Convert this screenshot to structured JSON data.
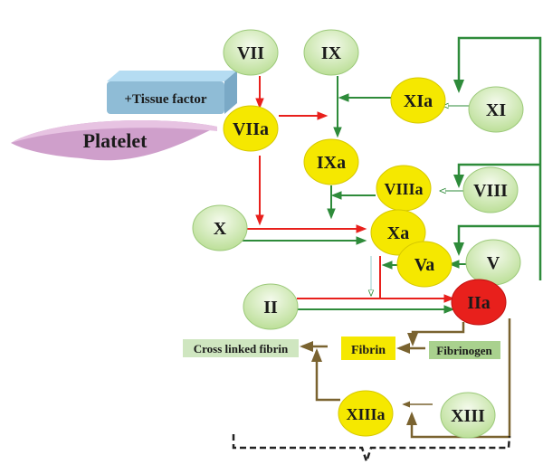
{
  "labels": {
    "tissue_factor": "+Tissue factor",
    "platelet": "Platelet",
    "fibrin": "Fibrin",
    "fibrinogen": "Fibrinogen",
    "cross_linked_fibrin": "Cross linked fibrin"
  },
  "nodes": [
    {
      "id": "VII",
      "label": "VII",
      "state": "inactive"
    },
    {
      "id": "IX",
      "label": "IX",
      "state": "inactive"
    },
    {
      "id": "XIa",
      "label": "XIa",
      "state": "active"
    },
    {
      "id": "XI",
      "label": "XI",
      "state": "inactive"
    },
    {
      "id": "VIIa",
      "label": "VIIa",
      "state": "active"
    },
    {
      "id": "IXa",
      "label": "IXa",
      "state": "active"
    },
    {
      "id": "VIIIa",
      "label": "VIIIa",
      "state": "active"
    },
    {
      "id": "VIII",
      "label": "VIII",
      "state": "inactive"
    },
    {
      "id": "X",
      "label": "X",
      "state": "inactive"
    },
    {
      "id": "Xa",
      "label": "Xa",
      "state": "active"
    },
    {
      "id": "Va",
      "label": "Va",
      "state": "active"
    },
    {
      "id": "V",
      "label": "V",
      "state": "inactive"
    },
    {
      "id": "II",
      "label": "II",
      "state": "inactive"
    },
    {
      "id": "IIa",
      "label": "IIa",
      "state": "thrombin"
    },
    {
      "id": "XIIIa",
      "label": "XIIIa",
      "state": "active"
    },
    {
      "id": "XIII",
      "label": "XIII",
      "state": "inactive"
    }
  ],
  "colors": {
    "active": "#f5e800",
    "inactive": "#d4ebb4",
    "thrombin": "#e8201c",
    "red_arrow": "#e8201c",
    "green_arrow": "#2e8b3a",
    "brown_arrow": "#7a6330",
    "tissue_factor": "#8fbcd6",
    "platelet": "#cf9fcb",
    "fibrin_box": "#f5e800",
    "fibrinogen_box": "#a9d18e",
    "cross_linked_box": "#cfe6c0"
  }
}
